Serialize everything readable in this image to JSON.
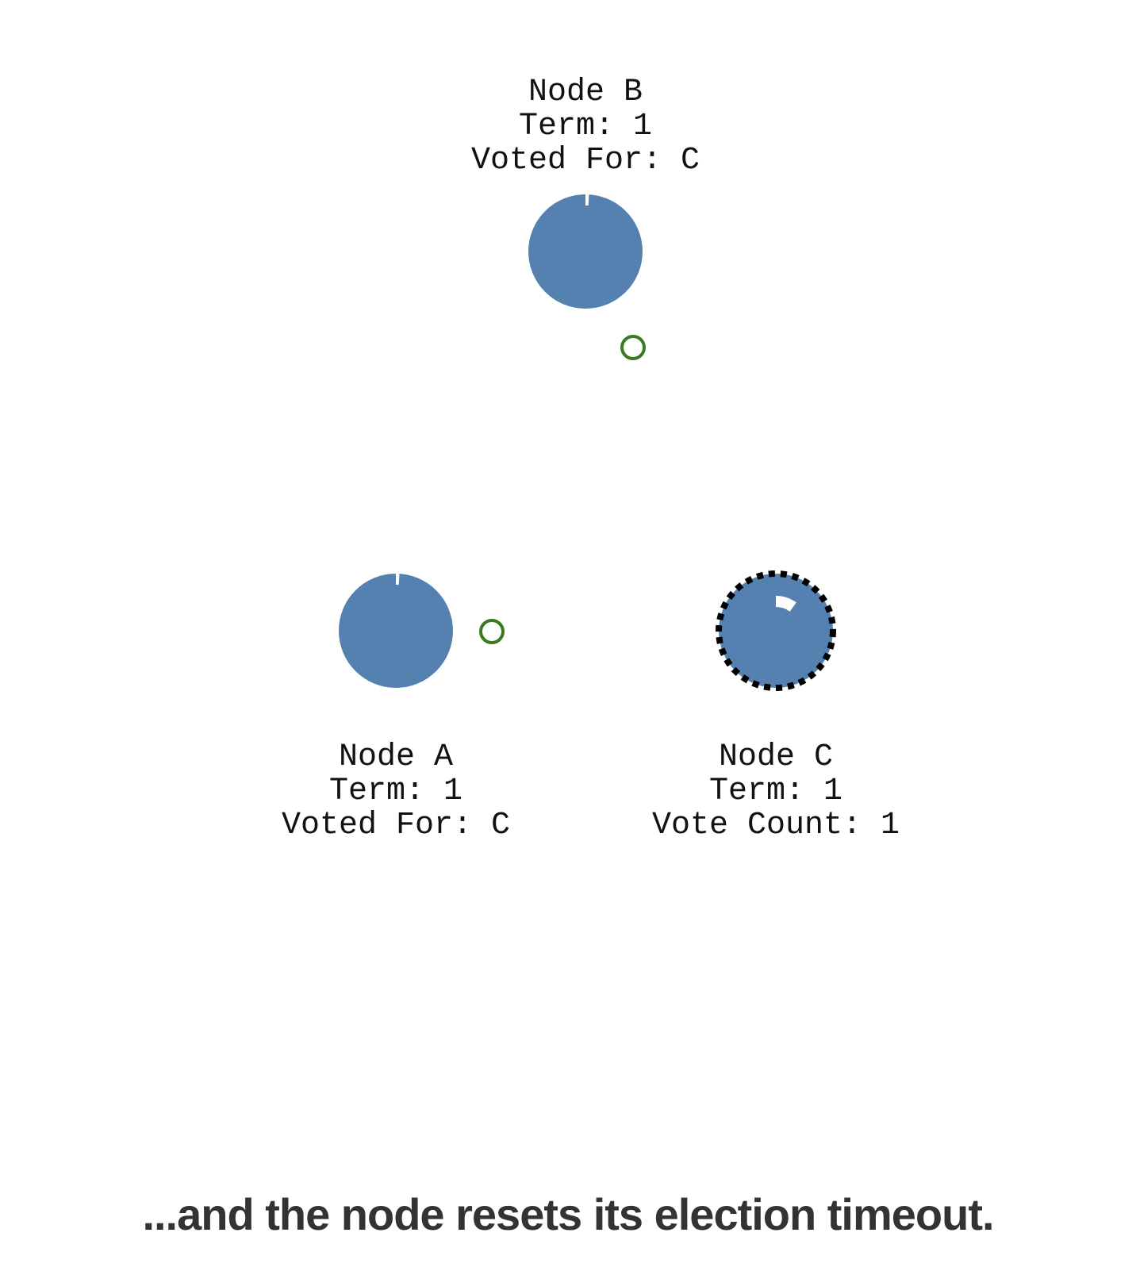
{
  "colors": {
    "node_fill": "#5481b0",
    "timeout_marker": "#ffffff",
    "message": "#3a7a22",
    "candidate_border": "#000000",
    "label": "#111111",
    "caption": "#333333"
  },
  "nodes": {
    "b": {
      "name": "Node B",
      "term": "Term: 1",
      "status": "Voted For: C",
      "role": "follower",
      "timeout_progress": 0.01
    },
    "a": {
      "name": "Node A",
      "term": "Term: 1",
      "status": "Voted For: C",
      "role": "follower",
      "timeout_progress": 0.01
    },
    "c": {
      "name": "Node C",
      "term": "Term: 1",
      "status": "Vote Count: 1",
      "role": "candidate",
      "timeout_progress": 0.1
    }
  },
  "messages": [
    {
      "from": "B",
      "to": "C",
      "type": "vote-response"
    },
    {
      "from": "A",
      "to": "C",
      "type": "vote-response"
    }
  ],
  "caption": "...and the node resets its election timeout."
}
